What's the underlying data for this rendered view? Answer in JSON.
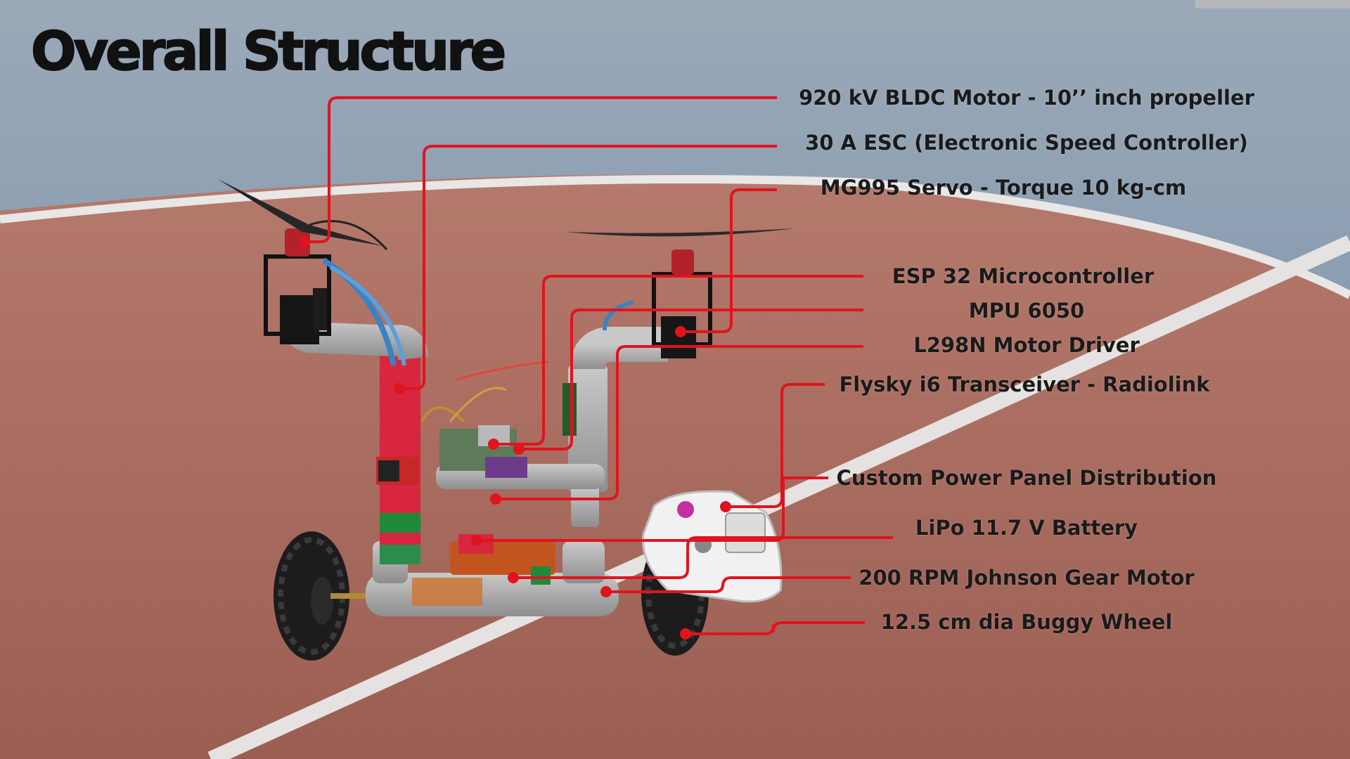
{
  "title": "Overall Structure",
  "accent_color": "#e0141e",
  "labels": [
    "920 kV BLDC Motor - 10’’ inch propeller",
    "30 A ESC (Electronic Speed Controller)",
    "MG995 Servo -  Torque 10 kg-cm",
    "ESP 32 Microcontroller",
    "MPU 6050",
    "L298N Motor Driver",
    "Flysky i6 Transceiver - Radiolink",
    "Custom Power Panel Distribution",
    "LiPo 11.7 V Battery",
    "200 RPM Johnson Gear Motor",
    "12.5 cm dia Buggy Wheel"
  ]
}
